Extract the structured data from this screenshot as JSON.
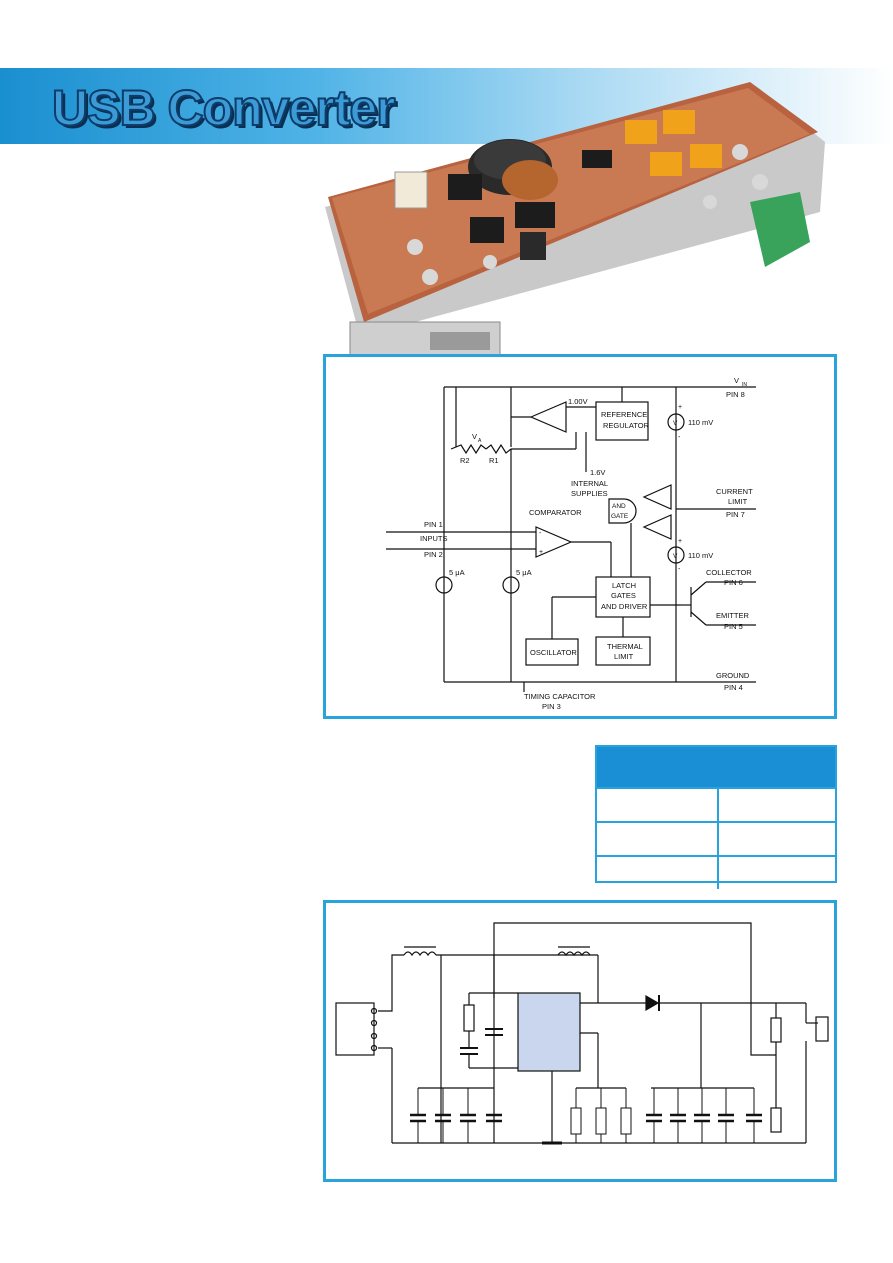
{
  "title": "USB Converter",
  "colors": {
    "accent": "#29a3dc",
    "table_header": "#1b8fd6",
    "chip_fill": "#c9d6ee"
  },
  "block_diagram": {
    "vin": "V",
    "vin_sub": "IN",
    "pin8": "PIN 8",
    "ref_reg_1": "REFERENCE",
    "ref_reg_2": "REGULATOR",
    "v100": "1.00V",
    "mv110_top": "110 mV",
    "mv110_bottom": "110 mV",
    "va": "V",
    "va_sub": "A",
    "r2": "R2",
    "r1": "R1",
    "v16": "1.6V",
    "internal": "INTERNAL",
    "supplies": "SUPPLIES",
    "and": "AND",
    "gate": "GATE",
    "current": "CURRENT",
    "limit": "LIMIT",
    "pin7": "PIN 7",
    "pin1": "PIN 1",
    "inputs": "INPUTS",
    "pin2": "PIN 2",
    "comparator": "COMPARATOR",
    "ua5_left": "5 μA",
    "ua5_right": "5 μA",
    "latch_1": "LATCH",
    "latch_2": "GATES",
    "latch_3": "AND DRIVER",
    "collector": "COLLECTOR",
    "pin6": "PIN 6",
    "emitter": "EMITTER",
    "pin5": "PIN 5",
    "oscillator": "OSCILLATOR",
    "thermal_1": "THERMAL",
    "thermal_2": "LIMIT",
    "ground": "GROUND",
    "pin4": "PIN 4",
    "timing_1": "TIMING CAPACITOR",
    "timing_2": "PIN 3",
    "v_symbol": "V",
    "plus": "+",
    "minus": "-"
  }
}
